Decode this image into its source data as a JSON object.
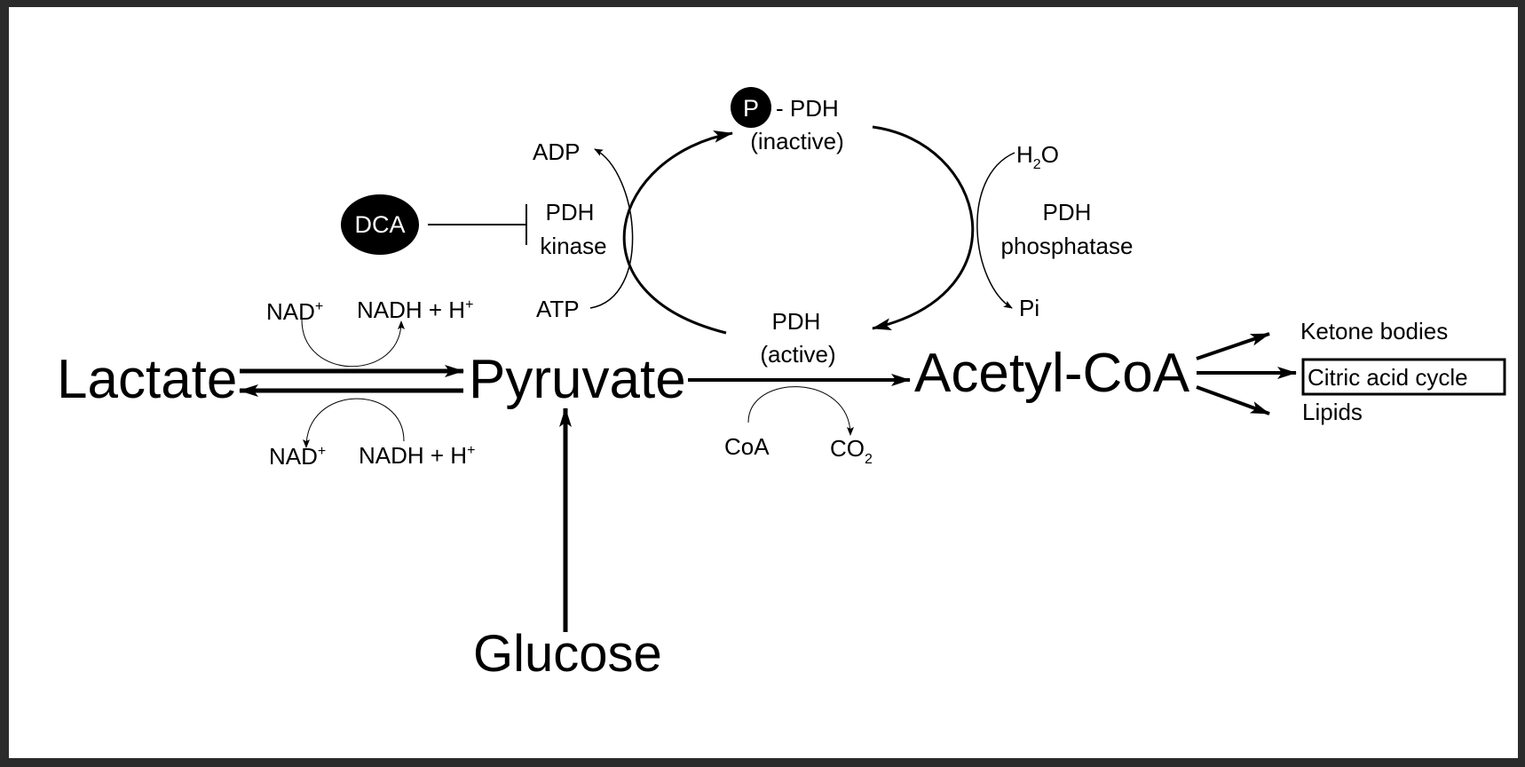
{
  "labels": {
    "lactate": "Lactate",
    "pyruvate": "Pyruvate",
    "acetyl_coa": "Acetyl-CoA",
    "glucose": "Glucose",
    "nad_plus_top": "NAD",
    "nadh_top": "NADH + H",
    "nad_plus_bottom": "NAD",
    "nadh_bottom": "NADH + H",
    "plus_sign": "+",
    "dca": "DCA",
    "pdh_kinase_line1": "PDH",
    "pdh_kinase_line2": "kinase",
    "adp": "ADP",
    "atp": "ATP",
    "phospho_p": "P",
    "p_pdh": "- PDH",
    "inactive": "(inactive)",
    "h2o_h": "H",
    "h2o_sub": "2",
    "h2o_o": "O",
    "pdh_phosphatase_line1": "PDH",
    "pdh_phosphatase_line2": "phosphatase",
    "pi": "Pi",
    "pdh_active_line1": "PDH",
    "pdh_active_line2": "(active)",
    "coa": "CoA",
    "co2_c": "CO",
    "co2_sub": "2",
    "ketone_bodies": "Ketone bodies",
    "citric_acid_cycle": "Citric acid cycle",
    "lipids": "Lipids"
  },
  "colors": {
    "stroke": "#000000",
    "background": "#ffffff",
    "frame": "#2b2b2b",
    "node_fill": "#000000",
    "node_text": "#ffffff"
  }
}
